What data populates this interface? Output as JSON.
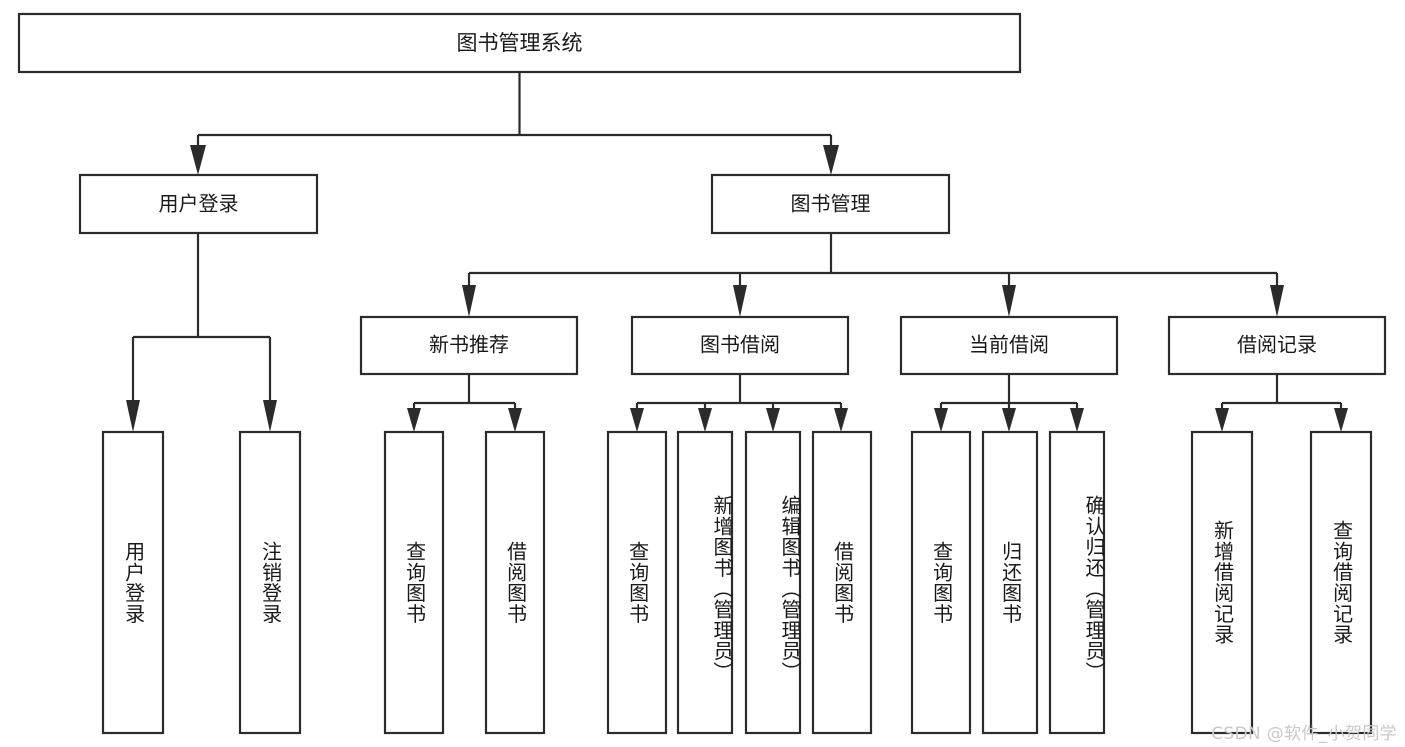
{
  "diagram": {
    "title": "图书管理系统",
    "type": "hierarchy-tree",
    "watermark": "CSDN @软件_小贺同学",
    "colors": {
      "stroke": "#2b2b2b",
      "fill": "#ffffff",
      "text": "#1a1a1a",
      "watermark": "#c9c9c9"
    }
  },
  "root": {
    "label": "图书管理系统"
  },
  "level1": [
    {
      "label": "用户登录"
    },
    {
      "label": "图书管理"
    }
  ],
  "level2": [
    {
      "label": "新书推荐"
    },
    {
      "label": "图书借阅"
    },
    {
      "label": "当前借阅"
    },
    {
      "label": "借阅记录"
    }
  ],
  "leaves": {
    "user_login": [
      {
        "label": "用户登录"
      },
      {
        "label": "注销登录"
      }
    ],
    "new_book": [
      {
        "label": "查询图书"
      },
      {
        "label": "借阅图书"
      }
    ],
    "book_borrow": [
      {
        "label": "查询图书"
      },
      {
        "label": "新增图书（管理员）"
      },
      {
        "label": "编辑图书（管理员）"
      },
      {
        "label": "借阅图书"
      }
    ],
    "current_borrow": [
      {
        "label": "查询图书"
      },
      {
        "label": "归还图书"
      },
      {
        "label": "确认归还（管理员）"
      }
    ],
    "borrow_record": [
      {
        "label": "新增借阅记录"
      },
      {
        "label": "查询借阅记录"
      }
    ]
  }
}
